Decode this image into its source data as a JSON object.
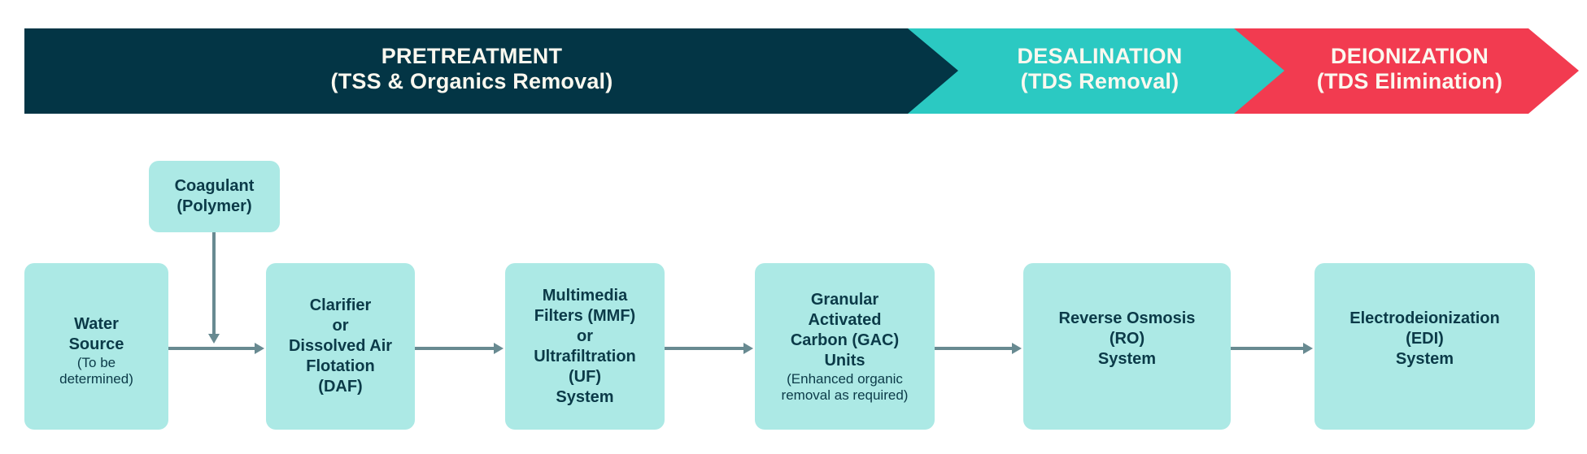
{
  "colors": {
    "pretreatment": "#033545",
    "desalination": "#2bc9c2",
    "deionization": "#f23b50",
    "box_fill": "#ace9e5",
    "box_text": "#0b3a48",
    "banner_text": "#fbf8ef",
    "arrow": "#688a91"
  },
  "phases": [
    {
      "title": "PRETREATMENT",
      "subtitle": "(TSS & Organics Removal)"
    },
    {
      "title": "DESALINATION",
      "subtitle": "(TDS Removal)"
    },
    {
      "title": "DEIONIZATION",
      "subtitle": "(TDS Elimination)"
    }
  ],
  "coagulant": {
    "main": "Coagulant\n(Polymer)"
  },
  "steps": [
    {
      "main": "Water\nSource",
      "sub": "(To be\ndetermined)"
    },
    {
      "main": "Clarifier\nor\nDissolved Air\nFlotation\n(DAF)",
      "sub": ""
    },
    {
      "main": "Multimedia\nFilters (MMF)\nor\nUltrafiltration\n(UF)\nSystem",
      "sub": ""
    },
    {
      "main": "Granular\nActivated\nCarbon (GAC)\nUnits",
      "sub": "(Enhanced organic\nremoval as required)"
    },
    {
      "main": "Reverse Osmosis\n(RO)\nSystem",
      "sub": ""
    },
    {
      "main": "Electrodeionization\n(EDI)\nSystem",
      "sub": ""
    }
  ]
}
